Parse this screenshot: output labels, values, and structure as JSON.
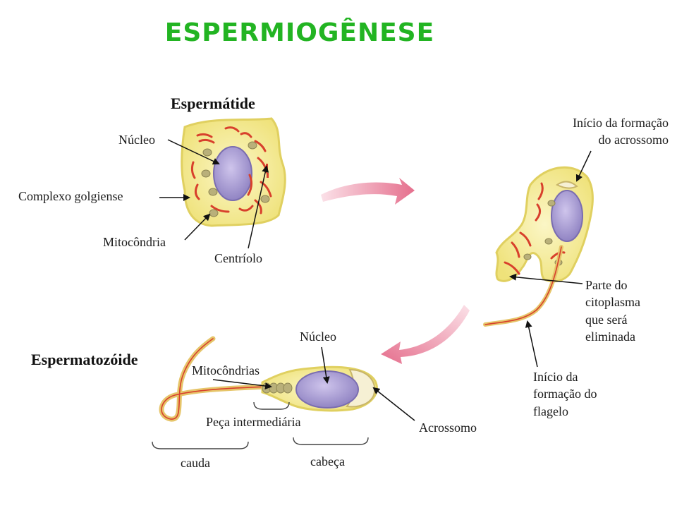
{
  "title": "ESPERMIOGÊNESE",
  "stages": {
    "spermatid": "Espermátide",
    "spermatozoon": "Espermatozóide"
  },
  "labels": {
    "nucleus_spermatid": "Núcleo",
    "golgi_complex": "Complexo golgiense",
    "mitochondria_spermatid": "Mitocôndria",
    "centriole": "Centríolo",
    "acrosome_start_line1": "Início da formação",
    "acrosome_start_line2": "do acrossomo",
    "cytoplasm_part_line1": "Parte do",
    "cytoplasm_part_line2": "citoplasma",
    "cytoplasm_part_line3": "que será",
    "cytoplasm_part_line4": "eliminada",
    "flagellum_start_line1": "Início da",
    "flagellum_start_line2": "formação do",
    "flagellum_start_line3": "flagelo",
    "nucleus_sperm": "Núcleo",
    "mitochondria_sperm": "Mitocôndrias",
    "middle_piece": "Peça intermediária",
    "acrosome": "Acrossomo",
    "tail": "cauda",
    "head": "cabeça"
  },
  "colors": {
    "title": "#22b422",
    "cell_fill": "#f7eea0",
    "cell_edge": "#e8dc70",
    "nucleus": "#a79bd2",
    "organelle": "#d8402c",
    "mitochondria": "#b9b07a",
    "arrow": "#e98aa0"
  }
}
